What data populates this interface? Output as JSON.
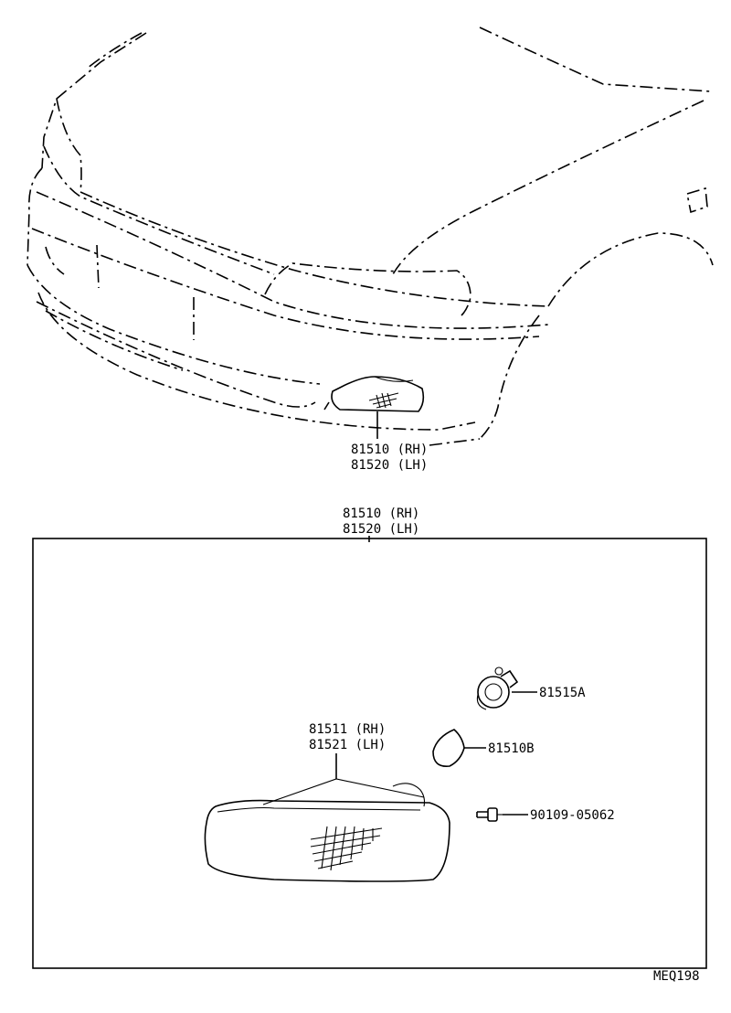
{
  "top_callout": {
    "line1": "81510 (RH)",
    "line2": "81520 (LH)"
  },
  "box_callout": {
    "line1": "81510 (RH)",
    "line2": "81520 (LH)"
  },
  "lens_callout": {
    "line1": "81511 (RH)",
    "line2": "81521 (LH)"
  },
  "parts": {
    "socket": "81515A",
    "bulb": "81510B",
    "screw": "90109-05062"
  },
  "diagram_code": "MEQ198"
}
